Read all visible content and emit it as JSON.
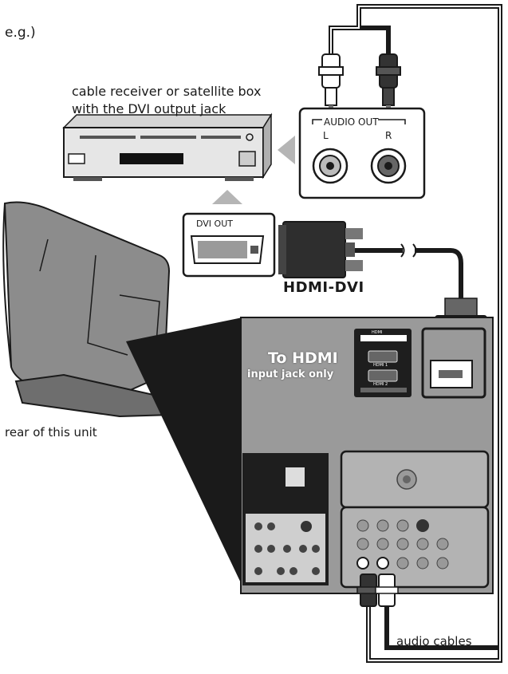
{
  "labels": {
    "example": "e.g.)",
    "receiver_line1": "cable receiver or satellite box",
    "receiver_line2": "with the DVI output jack",
    "rear_unit": "rear of this unit",
    "audio_cables": "audio cables",
    "hdmi_dvi": "HDMI-DVI",
    "audio_out": "AUDIO OUT",
    "left_channel": "L",
    "right_channel": "R",
    "dvi_out": "DVI OUT",
    "to_hdmi": "To HDMI",
    "input_only": "input jack only",
    "hdmi_panel_title": "HDMI",
    "hdmi_1": "HDMI 1",
    "hdmi_2": "HDMI 2"
  },
  "colors": {
    "panel_grey": "#9a9a9a",
    "panel_dark": "#222222",
    "outline": "#1a1a1a",
    "arrow_grey": "#b5b5b5",
    "tv_grey": "#8c8c8c"
  },
  "icons": {
    "arrow_left": "grey-triangle-arrow",
    "arrow_up": "grey-triangle-arrow"
  }
}
